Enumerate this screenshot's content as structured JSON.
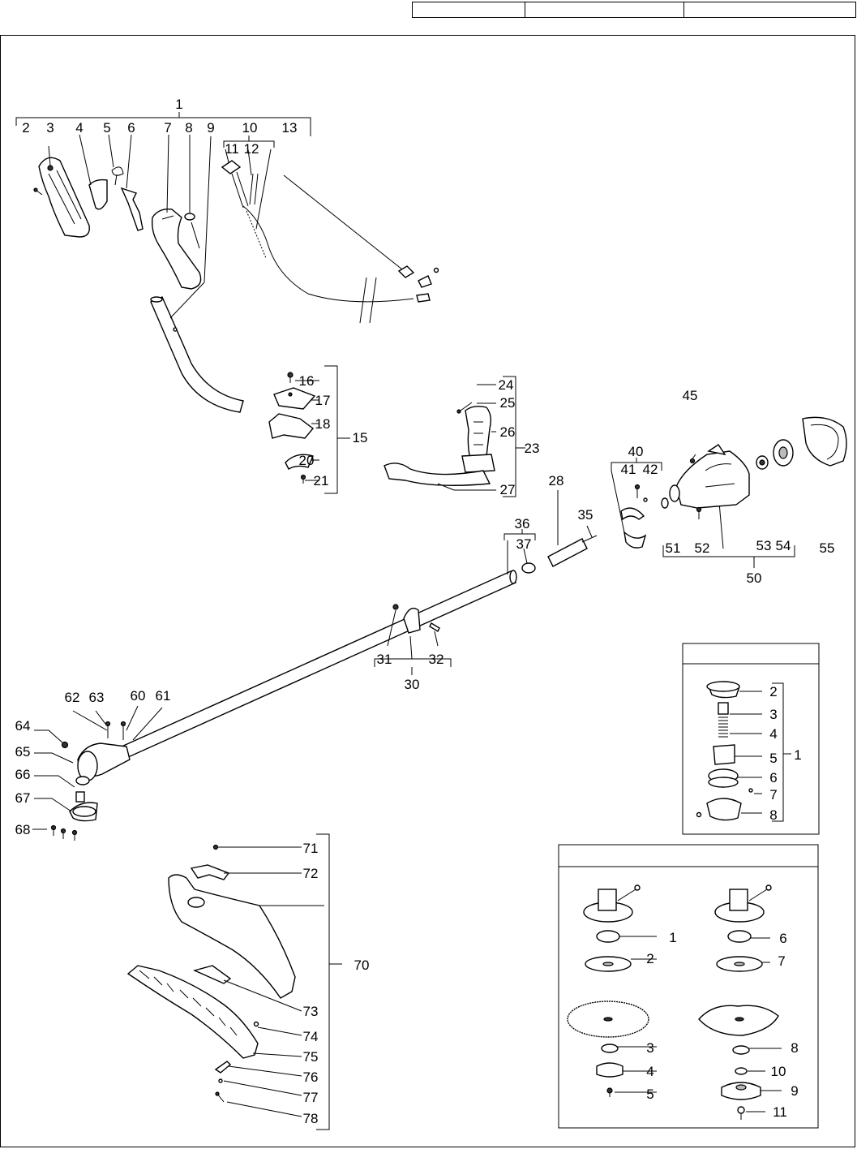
{
  "header": {
    "cells": [
      "",
      "",
      ""
    ]
  },
  "inset_titles": {
    "head_kit": "",
    "blade_kit": ""
  },
  "main_labels": [
    "1",
    "2",
    "3",
    "4",
    "5",
    "6",
    "7",
    "8",
    "9",
    "10",
    "11",
    "12",
    "13",
    "15",
    "16",
    "17",
    "18",
    "20",
    "21",
    "23",
    "24",
    "25",
    "26",
    "27",
    "28",
    "30",
    "31",
    "32",
    "35",
    "36",
    "37",
    "40",
    "41",
    "42",
    "45",
    "50",
    "51",
    "52",
    "53",
    "54",
    "55",
    "60",
    "61",
    "62",
    "63",
    "64",
    "65",
    "66",
    "67",
    "68",
    "70",
    "71",
    "72",
    "73",
    "74",
    "75",
    "76",
    "77",
    "78"
  ],
  "head_kit_labels": [
    "2",
    "3",
    "4",
    "5",
    "6",
    "7",
    "8",
    "1"
  ],
  "blade_kit_labels": [
    "1",
    "2",
    "3",
    "4",
    "5",
    "6",
    "7",
    "8",
    "9",
    "10",
    "11"
  ]
}
